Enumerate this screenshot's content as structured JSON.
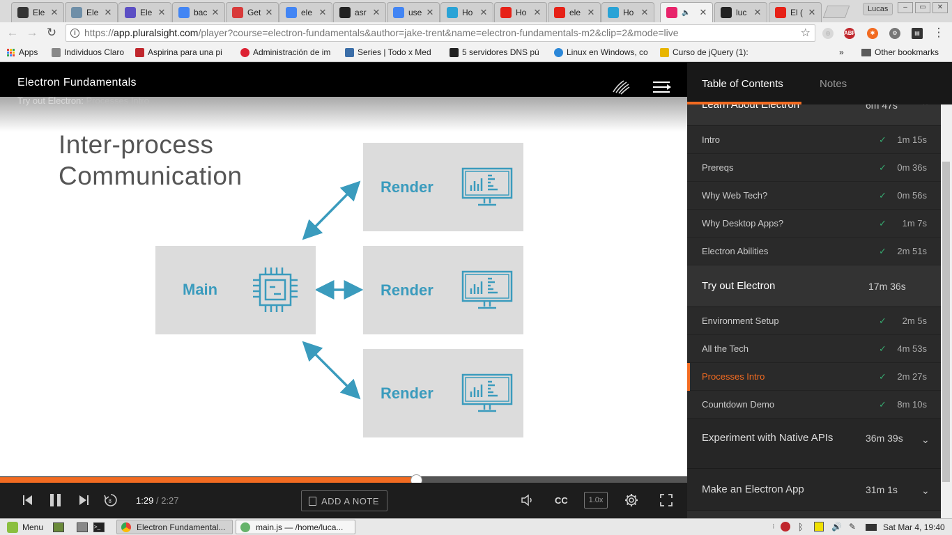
{
  "browser": {
    "tabs": [
      {
        "title": "Ele",
        "favicon": "clock-icon",
        "color": "#333333"
      },
      {
        "title": "Ele",
        "favicon": "electron-icon",
        "color": "#6f8fa8"
      },
      {
        "title": "Ele",
        "favicon": "udemy-icon",
        "color": "#5c4fc4"
      },
      {
        "title": "bac",
        "favicon": "google-icon",
        "color": "#4285f4"
      },
      {
        "title": "Get",
        "favicon": "web-icon",
        "color": "#d83a3a"
      },
      {
        "title": "ele",
        "favicon": "google-icon",
        "color": "#4285f4"
      },
      {
        "title": "asr",
        "favicon": "github-icon",
        "color": "#222222"
      },
      {
        "title": "use",
        "favicon": "google-icon",
        "color": "#4285f4"
      },
      {
        "title": "Ho",
        "favicon": "bird-icon",
        "color": "#2aa3d6"
      },
      {
        "title": "Ho",
        "favicon": "youtube-icon",
        "color": "#e62117"
      },
      {
        "title": "ele",
        "favicon": "youtube-icon",
        "color": "#e62117"
      },
      {
        "title": "Ho",
        "favicon": "bird-icon",
        "color": "#2aa3d6"
      },
      {
        "title": "",
        "favicon": "pluralsight-icon",
        "color": "#e8246b",
        "active": true
      },
      {
        "title": "luc",
        "favicon": "github-icon",
        "color": "#222222"
      },
      {
        "title": "El (",
        "favicon": "youtube-icon",
        "color": "#e62117"
      }
    ],
    "profile_name": "Lucas",
    "url_scheme": "https://",
    "url_host": "app.pluralsight.com",
    "url_path": "/player?course=electron-fundamentals&author=jake-trent&name=electron-fundamentals-m2&clip=2&mode=live",
    "bookmarks": [
      {
        "label": "Apps",
        "icon": "apps-grid-icon"
      },
      {
        "label": "Individuos Claro",
        "icon": "page-icon"
      },
      {
        "label": "Aspirina para una pi",
        "icon": "aspirina-icon"
      },
      {
        "label": "Administración de im",
        "icon": "question-icon"
      },
      {
        "label": "Series | Todo x Med",
        "icon": "series-icon"
      },
      {
        "label": "5 servidores DNS pú",
        "icon": "dns-icon"
      },
      {
        "label": "Linux en Windows, co",
        "icon": "power-icon"
      },
      {
        "label": "Curso de jQuery (1):",
        "icon": "jquery-icon"
      }
    ],
    "bookmarks_overflow": "»",
    "other_bookmarks": "Other bookmarks"
  },
  "player": {
    "course_title": "Electron Fundamentals",
    "module_name": "Try out Electron:",
    "clip_name": "Processes Intro",
    "slide": {
      "title_line1": "Inter-process",
      "title_line2": "Communication",
      "main_label": "Main",
      "render_label": "Render"
    },
    "progress_fraction": 0.6054,
    "time_current": "1:29",
    "time_separator": "/",
    "time_duration": "2:27",
    "add_note_label": "ADD A NOTE",
    "cc_label": "CC",
    "speed_label": "1.0x",
    "accent_color": "#f26b21"
  },
  "sidebar": {
    "tab_toc": "Table of Contents",
    "tab_notes": "Notes",
    "modules": [
      {
        "name": "Learn About Electron",
        "duration": "6m 47s",
        "expanded": true,
        "clips": [
          {
            "name": "Intro",
            "duration": "1m 15s",
            "watched": true
          },
          {
            "name": "Prereqs",
            "duration": "0m 36s",
            "watched": true
          },
          {
            "name": "Why Web Tech?",
            "duration": "0m 56s",
            "watched": true
          },
          {
            "name": "Why Desktop Apps?",
            "duration": "1m 7s",
            "watched": true
          },
          {
            "name": "Electron Abilities",
            "duration": "2m 51s",
            "watched": true
          }
        ]
      },
      {
        "name": "Try out Electron",
        "duration": "17m 36s",
        "expanded": true,
        "clips": [
          {
            "name": "Environment Setup",
            "duration": "2m 5s",
            "watched": true
          },
          {
            "name": "All the Tech",
            "duration": "4m 53s",
            "watched": true
          },
          {
            "name": "Processes Intro",
            "duration": "2m 27s",
            "watched": true,
            "current": true
          },
          {
            "name": "Countdown Demo",
            "duration": "8m 10s",
            "watched": true
          }
        ]
      },
      {
        "name": "Experiment with Native APIs",
        "duration": "36m 39s",
        "expanded": false
      },
      {
        "name": "Make an Electron App",
        "duration": "31m 1s",
        "expanded": false
      }
    ],
    "check_color": "#36a86f"
  },
  "taskbar": {
    "menu_label": "Menu",
    "windows": [
      {
        "title": "Electron Fundamental...",
        "icon": "chrome-icon",
        "active": true
      },
      {
        "title": "main.js — /home/luca...",
        "icon": "atom-icon",
        "active": false
      }
    ],
    "clock": "Sat Mar 4, 19:40"
  }
}
